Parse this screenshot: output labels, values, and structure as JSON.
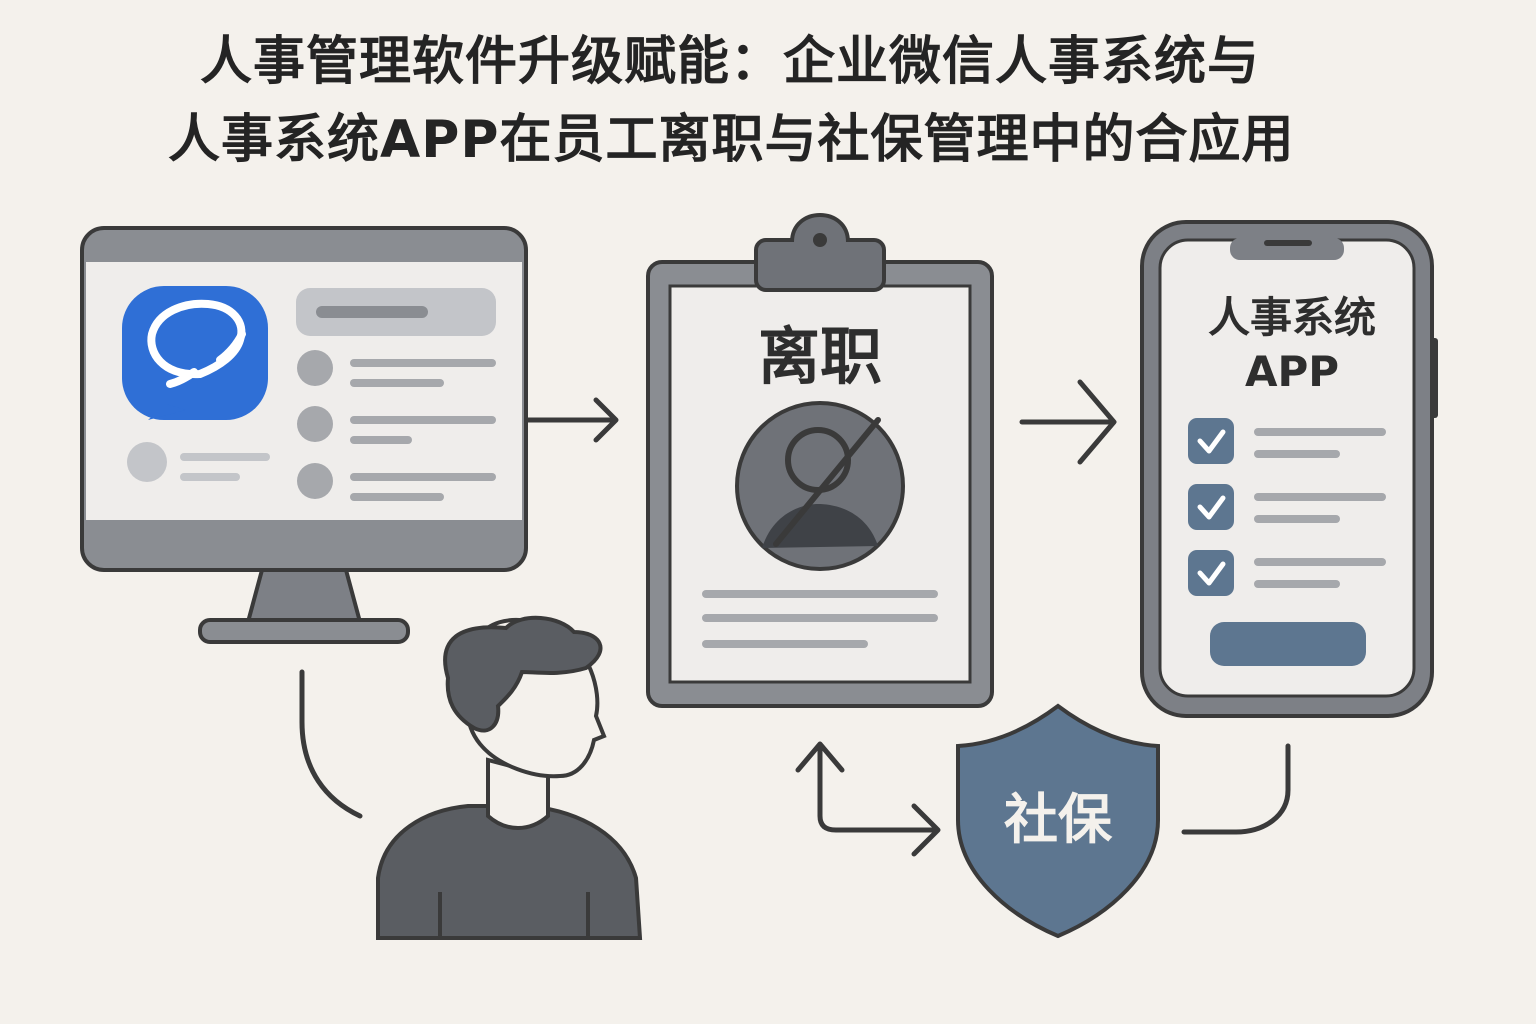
{
  "title": {
    "line1": "人事管理软件升级赋能：企业微信人事系统与",
    "line2": "人事系统APP在员工离职与社保管理中的合应用"
  },
  "clipboard": {
    "heading": "离职"
  },
  "phone": {
    "title_line1": "人事系统",
    "title_line2": "APP"
  },
  "shield": {
    "label": "社保"
  },
  "icons": {
    "monitor": "desktop-monitor-icon",
    "chat": "wecom-chat-icon",
    "clipboard": "clipboard-document-icon",
    "resign": "person-crossed-out-icon",
    "phone": "smartphone-icon",
    "check": "checkbox-checked-icon",
    "shield": "shield-icon",
    "employee": "employee-person-icon"
  },
  "colors": {
    "background": "#f4f1ec",
    "outline": "#3a3a3a",
    "frame_gray": "#8a8d92",
    "chat_blue": "#2f6fd6",
    "accent_blue_gray": "#5d7690",
    "person_dark": "#5a5d62"
  }
}
